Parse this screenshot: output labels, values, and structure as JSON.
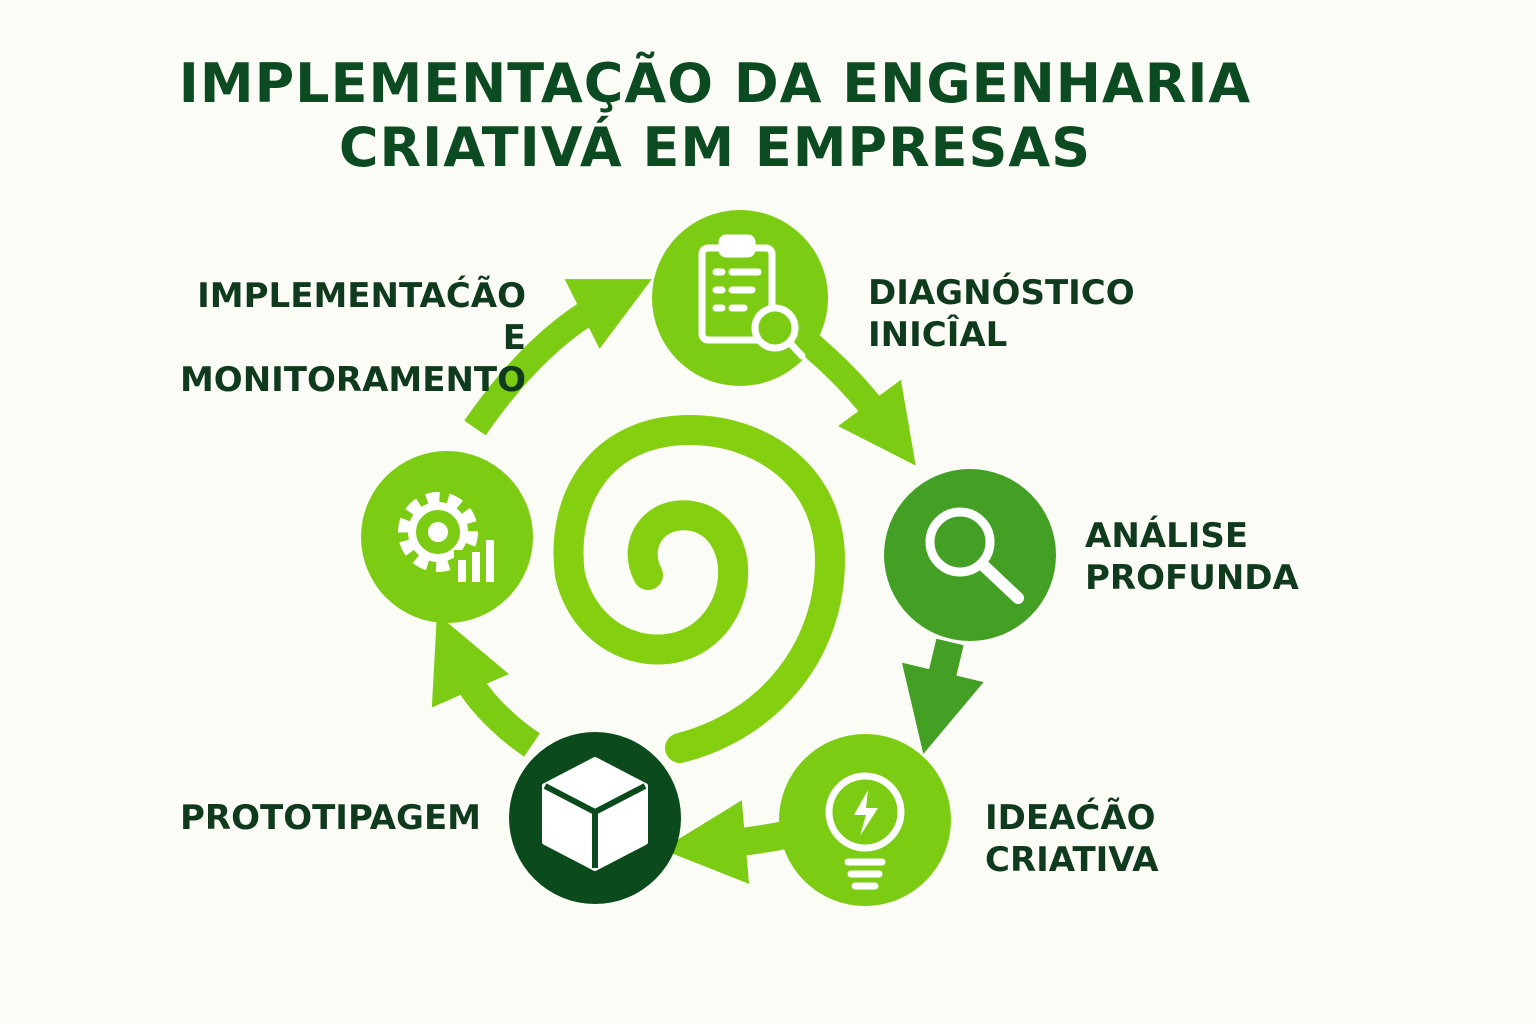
{
  "title": {
    "line1": "IMPLEMENTAÇÃO DA ENGENHARIA",
    "line2": "CRIATIVÁ EM EMPRESAS"
  },
  "steps": [
    {
      "line1": "DIAGNÓSTICO",
      "line2": "INICÎAL",
      "icon": "clipboard-search-icon",
      "color": "#7ccc14"
    },
    {
      "line1": "ANÁLISE",
      "line2": "PROFUNDA",
      "icon": "magnifier-icon",
      "color": "#43a024"
    },
    {
      "line1": "IDEAĆÃO",
      "line2": "CRIATIVA",
      "icon": "lightbulb-icon",
      "color": "#7ccc14"
    },
    {
      "line1": "PROTOTIPAGEM",
      "line2": "",
      "icon": "cube-icon",
      "color": "#0a4a1c"
    },
    {
      "line1": "IMPLEMENTAĆÃO",
      "line2": "E MONITORAMENTO",
      "icon": "gear-chart-icon",
      "color": "#7ccc14"
    }
  ],
  "colors": {
    "arrow": "#7ccc14",
    "spiral": "#84cf10",
    "text": "#0f3a1e"
  }
}
